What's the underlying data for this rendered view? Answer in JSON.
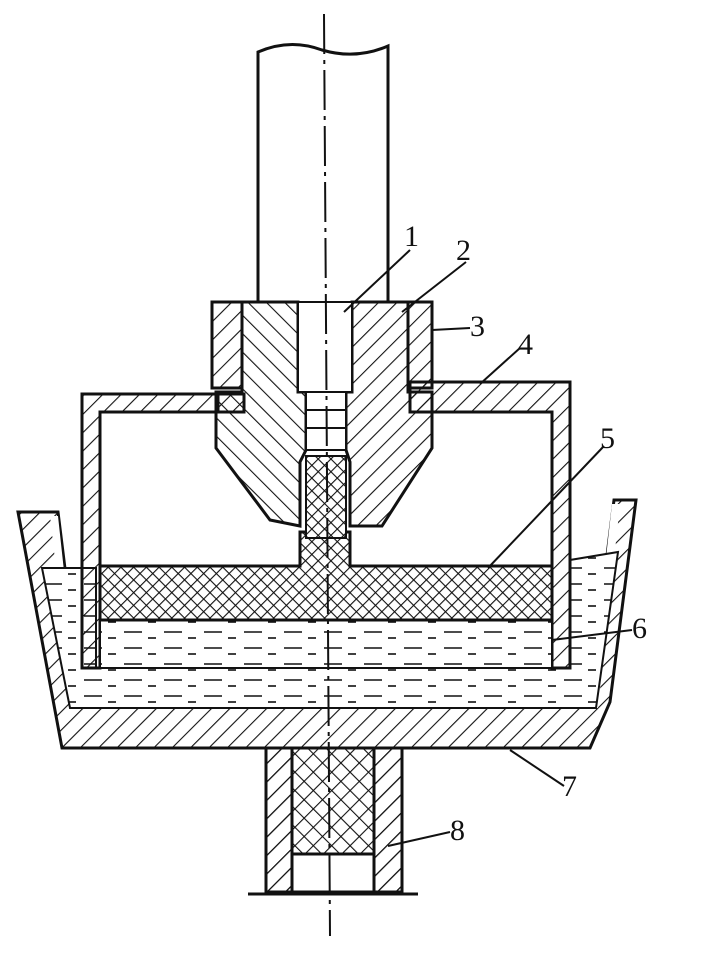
{
  "labels": {
    "p1": "1",
    "p2": "2",
    "p3": "3",
    "p4": "4",
    "p5": "5",
    "p6": "6",
    "p7": "7",
    "p8": "8"
  },
  "colors": {
    "ink": "#111111",
    "paper": "#ffffff"
  }
}
